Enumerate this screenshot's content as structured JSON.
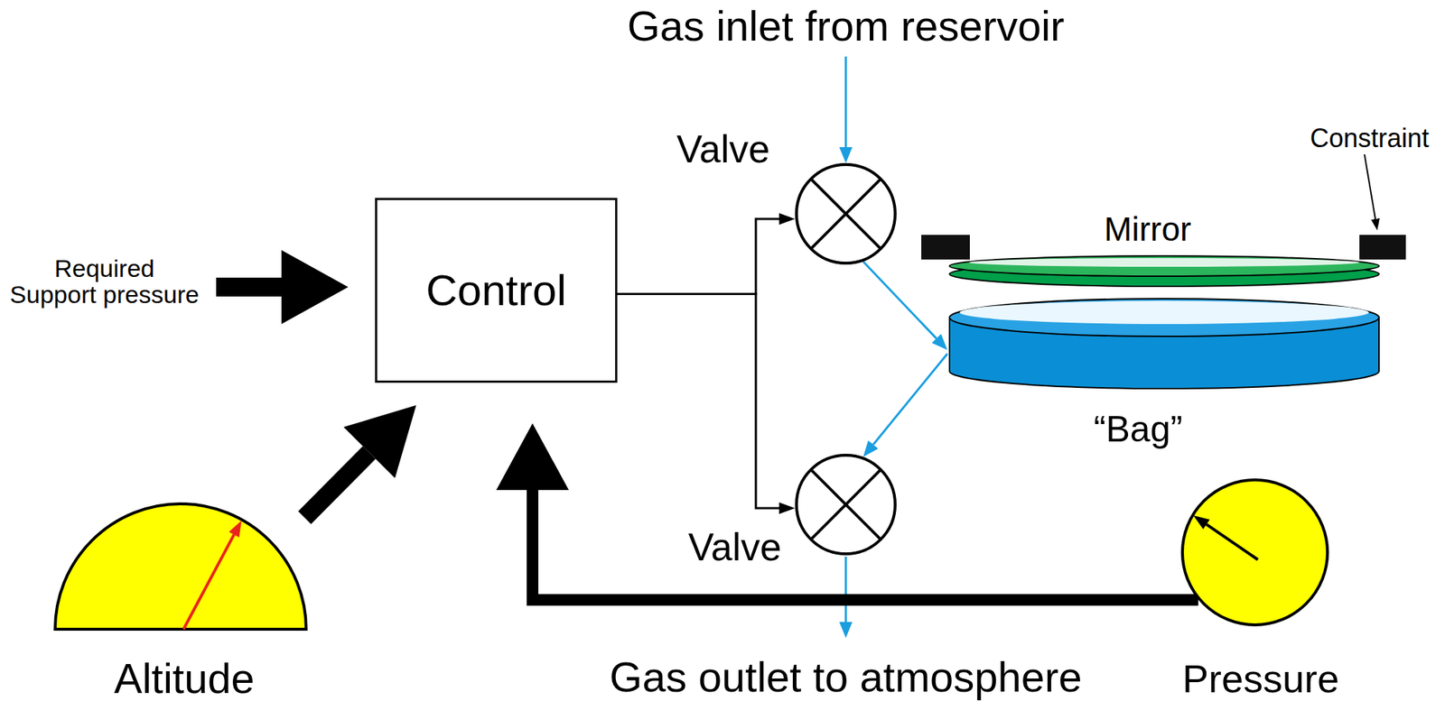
{
  "diagram": {
    "nodes": [
      {
        "text": [
          "Control"
        ]
      },
      {
        "text": [
          "Valve"
        ]
      },
      {
        "text": [
          "Mirror"
        ]
      },
      {
        "text": [
          "“Bag”"
        ]
      },
      {
        "text": [
          "Valve"
        ]
      },
      {
        "text": [
          "Altitude"
        ]
      },
      {
        "text": [
          "Pressure"
        ]
      }
    ],
    "edges": [
      {
        "from": 0,
        "to": 1,
        "arrow": "to"
      },
      {
        "from": 0,
        "to": 4,
        "arrow": "to"
      },
      {
        "from": 1,
        "to": 3,
        "arrow": "to"
      },
      {
        "from": 3,
        "to": 4,
        "arrow": "to"
      },
      {
        "from": 5,
        "to": 0,
        "arrow": "to"
      },
      {
        "from": 6,
        "to": 0,
        "arrow": "to"
      }
    ],
    "labels": [
      "Gas inlet from reservoir",
      "Required Support pressure",
      "Constraint",
      "Gas outlet to atmosphere"
    ]
  }
}
